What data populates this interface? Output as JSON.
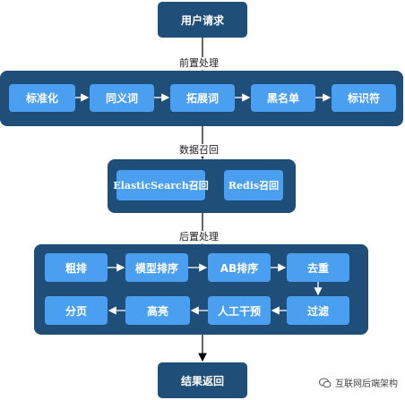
{
  "start_node": "用户请求",
  "end_node": "结果返回",
  "stages": {
    "preprocess": {
      "label": "前置处理",
      "steps": [
        "标准化",
        "同义词",
        "拓展词",
        "黑名单",
        "标识符"
      ]
    },
    "recall": {
      "label": "数据召回",
      "steps": [
        "ElasticSearch召回",
        "Redis召回"
      ]
    },
    "postprocess": {
      "label": "后置处理",
      "steps": [
        "粗排",
        "模型排序",
        "AB排序",
        "去重",
        "过滤",
        "人工干预",
        "高亮",
        "分页"
      ]
    }
  },
  "watermark": "互联网后端架构",
  "colors": {
    "panel": "#1f4e79",
    "node": "#4a9ff0",
    "node_text": "#ffffff",
    "arrow_inner": "#ffffff",
    "arrow_outer": "#000000"
  }
}
